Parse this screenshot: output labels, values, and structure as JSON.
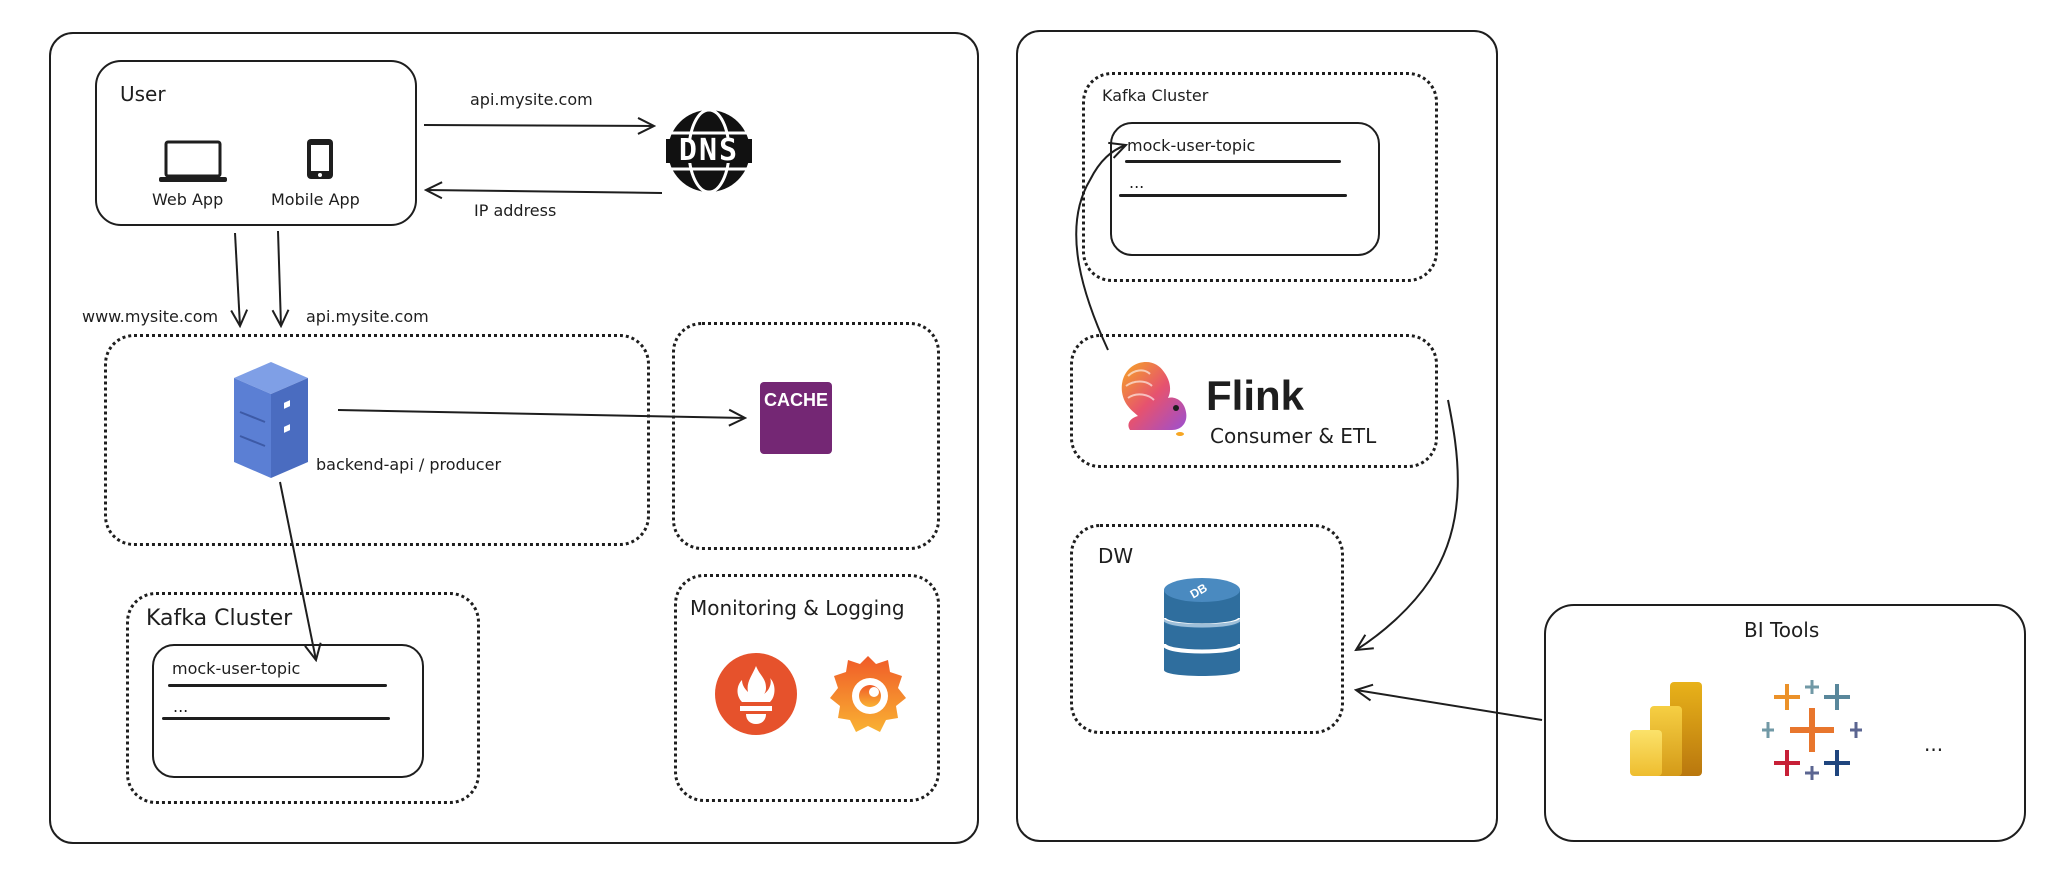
{
  "user_box": {
    "title": "User",
    "web_app": "Web App",
    "mobile_app": "Mobile App"
  },
  "dns": {
    "label": "DNS",
    "request_label": "api.mysite.com",
    "response_label": "IP address"
  },
  "edges": {
    "www_label": "www.mysite.com",
    "api_label": "api.mysite.com"
  },
  "backend": {
    "label": "backend-api / producer"
  },
  "cache": {
    "label": "CACHE",
    "color": "#742774"
  },
  "kafka_left": {
    "title": "Kafka Cluster",
    "topic": "mock-user-topic",
    "more": "..."
  },
  "monitoring": {
    "title": "Monitoring & Logging",
    "prometheus_color": "#e6522c",
    "grafana_color": "#f46800"
  },
  "kafka_right": {
    "title": "Kafka Cluster",
    "topic": "mock-user-topic",
    "more": "..."
  },
  "flink": {
    "name": "Flink",
    "subtitle": "Consumer & ETL",
    "color": "#e6526f"
  },
  "dw": {
    "title": "DW",
    "db_label": "DB",
    "db_color": "#2f6e9e"
  },
  "bi_tools": {
    "title": "BI Tools",
    "more": "..."
  },
  "server_color": "#5b7fd4"
}
